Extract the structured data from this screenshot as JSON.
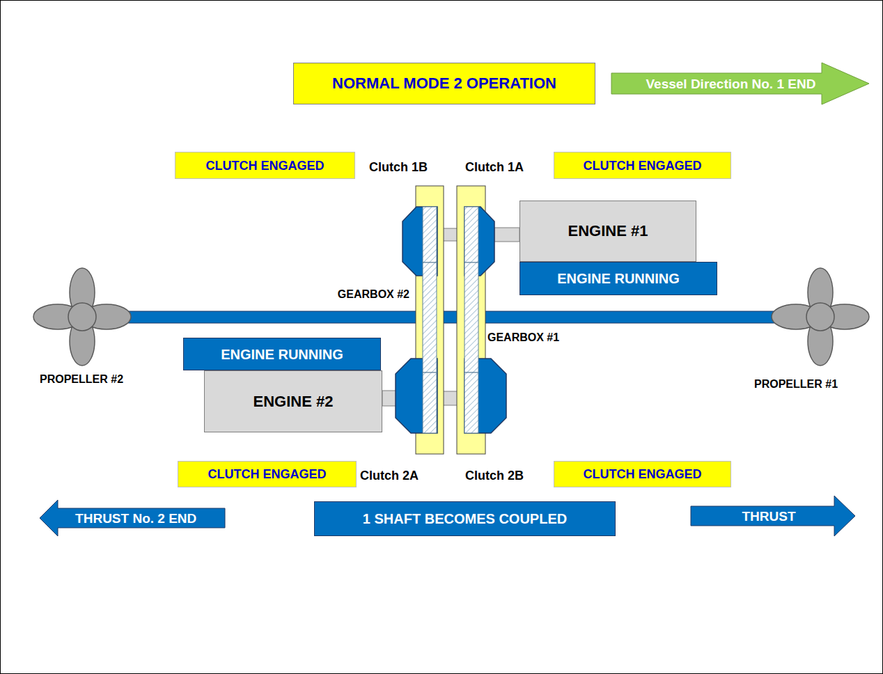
{
  "diagram": {
    "title": "NORMAL MODE 2 OPERATION",
    "nodes": [
      {
        "text": [
          "Vessel Direction No. 1 END"
        ]
      },
      {
        "text": [
          "CLUTCH ENGAGED"
        ]
      },
      {
        "text": [
          "CLUTCH ENGAGED"
        ]
      },
      {
        "text": [
          "ENGINE #1"
        ]
      },
      {
        "text": [
          "ENGINE RUNNING"
        ]
      },
      {
        "text": [
          "ENGINE RUNNING"
        ]
      },
      {
        "text": [
          "ENGINE #2"
        ]
      },
      {
        "text": [
          "CLUTCH ENGAGED"
        ]
      },
      {
        "text": [
          "CLUTCH ENGAGED"
        ]
      },
      {
        "text": [
          "THRUST No. 2 END"
        ]
      },
      {
        "text": [
          "1 SHAFT BECOMES COUPLED"
        ]
      },
      {
        "text": [
          "THRUST"
        ]
      }
    ],
    "labels": [
      "Clutch 1B",
      "Clutch 1A",
      "GEARBOX #2",
      "GEARBOX #1",
      "PROPELLER #2",
      "PROPELLER #1",
      "Clutch 2A",
      "Clutch 2B"
    ]
  }
}
